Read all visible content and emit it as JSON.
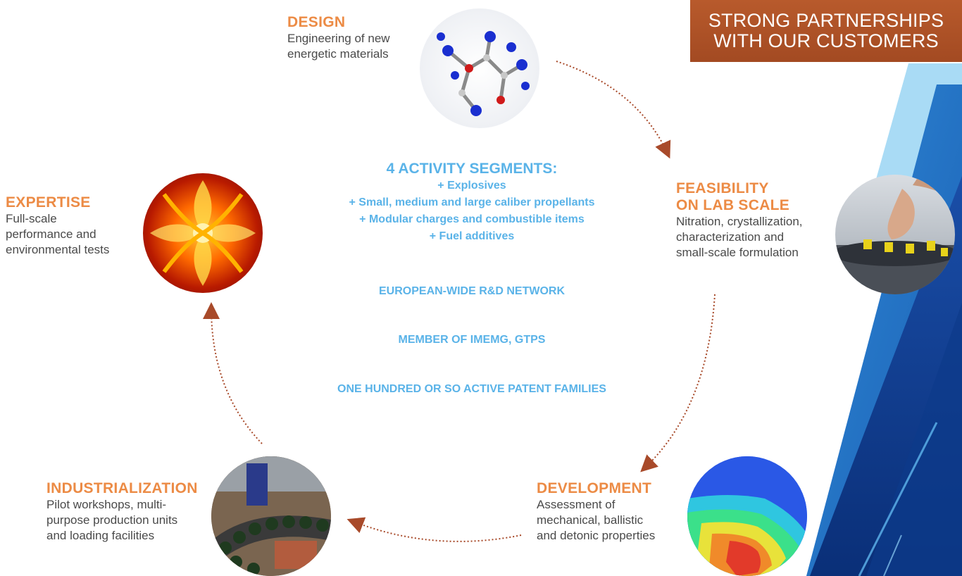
{
  "banner": {
    "line1": "STRONG PARTNERSHIPS",
    "line2": "WITH OUR CUSTOMERS"
  },
  "stages": {
    "design": {
      "title": "DESIGN",
      "desc_lines": [
        "Engineering of new",
        "energetic materials"
      ],
      "image": "molecule-model"
    },
    "feasibility": {
      "title_lines": [
        "FEASIBILITY",
        "ON LAB SCALE"
      ],
      "desc_lines": [
        "Nitration, crystallization,",
        "characterization and",
        "small-scale formulation"
      ],
      "image": "lab-hand-vials"
    },
    "development": {
      "title": "DEVELOPMENT",
      "desc_lines": [
        "Assessment of",
        "mechanical, ballistic",
        "and detonic properties"
      ],
      "image": "simulation-heatmap"
    },
    "industrialization": {
      "title": "INDUSTRIALIZATION",
      "desc_lines": [
        "Pilot workshops, multi-",
        "purpose production units",
        "and loading facilities"
      ],
      "image": "production-line"
    },
    "expertise": {
      "title": "EXPERTISE",
      "desc_lines": [
        "Full-scale",
        "performance and",
        "environmental tests"
      ],
      "image": "fire-pattern"
    }
  },
  "center": {
    "heading": "4 ACTIVITY SEGMENTS:",
    "segments": [
      "+ Explosives",
      "+ Small, medium and large caliber propellants",
      "+ Modular charges and combustible items",
      "+ Fuel additives"
    ],
    "claims": [
      "EUROPEAN-WIDE R&D NETWORK",
      "MEMBER OF IMEMG, GTPS",
      "ONE HUNDRED OR SO ACTIVE PATENT FAMILIES"
    ]
  },
  "colors": {
    "stage_title": "#ec8b45",
    "center_text": "#5ab3e8",
    "arrow": "#a84a2a",
    "banner": "#aa4e25",
    "body_text": "#4a4a4a"
  }
}
